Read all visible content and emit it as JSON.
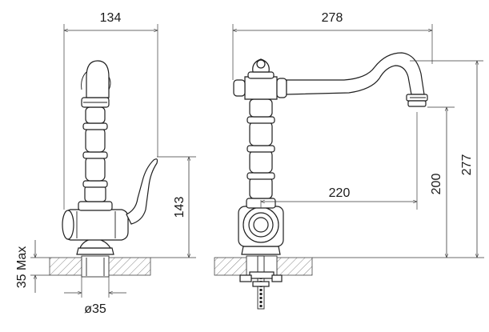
{
  "dimensions": {
    "side_width": "134",
    "front_width": "278",
    "spout_reach": "220",
    "spout_height": "200",
    "total_height": "277",
    "lever_height": "143",
    "max_thickness": "35 Max",
    "hole_diameter": "ø35"
  },
  "colors": {
    "line": "#1f1f1f",
    "dimension": "#3a3a3a",
    "counter_hatch": "#555555",
    "background": "#ffffff"
  }
}
